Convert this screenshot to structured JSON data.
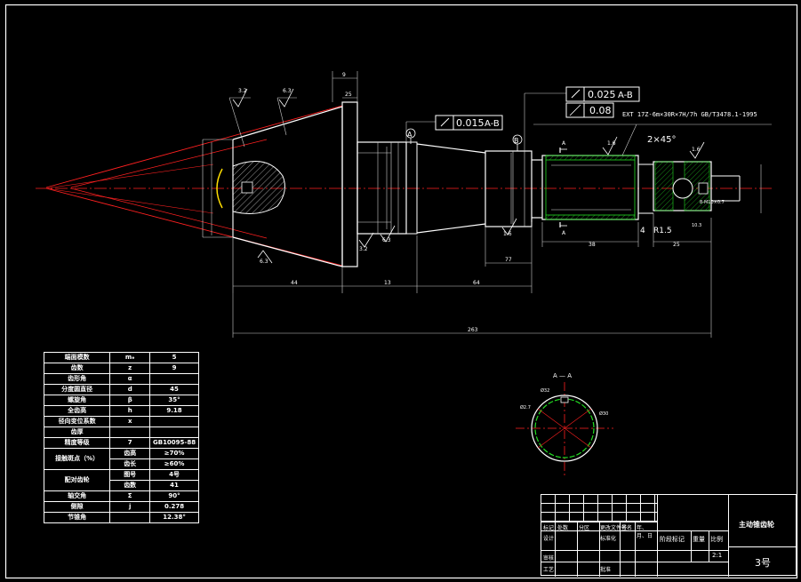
{
  "tolerances": {
    "runout_1": "0.015",
    "runout_1_ref": "A-B",
    "runout_2": "0.025",
    "runout_2_ref": "A-B",
    "cylindricity": "0.08",
    "datum_a": "A",
    "datum_b": "B"
  },
  "spline_note": "EXT 17Z-6m×30R×7H/7h GB/T3478.1-1995",
  "chamfer_note": "2×45°",
  "dims": {
    "d1": "44",
    "d2": "13",
    "d3": "64",
    "d4": "77",
    "d5": "38",
    "d6": "25",
    "overall": "263",
    "top": "9",
    "top2": "25",
    "radius": "R1.5",
    "four": "4",
    "thread": "8-M10×0.7",
    "small": "10.3"
  },
  "roughness": [
    "3.2",
    "6.3",
    "1.6",
    "6.3",
    "6.3",
    "1.6",
    "1.6",
    "3.2"
  ],
  "section_title": "A — A",
  "section_labels": [
    "Ø32",
    "Ø2.7",
    "Ø30"
  ],
  "section_mark": "A",
  "params": {
    "rows": [
      {
        "name": "端面模数",
        "sym": "mₑ",
        "val": "5"
      },
      {
        "name": "齿数",
        "sym": "z",
        "val": "9"
      },
      {
        "name": "齿形角",
        "sym": "α",
        "val": ""
      },
      {
        "name": "分度圆直径",
        "sym": "d",
        "val": "45"
      },
      {
        "name": "螺旋角",
        "sym": "β",
        "val": "35°"
      },
      {
        "name": "全齿高",
        "sym": "h",
        "val": "9.18"
      },
      {
        "name": "径向变位系数",
        "sym": "x",
        "val": ""
      },
      {
        "name": "齿厚",
        "sym": "",
        "val": ""
      },
      {
        "name": "精度等级",
        "sym": "7",
        "val": "GB10095-88"
      }
    ],
    "contact_label": "接触斑点（%）",
    "contact_rows": [
      {
        "sub": "齿高",
        "val": "≥70%"
      },
      {
        "sub": "齿长",
        "val": "≥60%"
      }
    ],
    "mating_label": "配对齿轮",
    "mating_rows": [
      {
        "sub": "图号",
        "val": "4号"
      },
      {
        "sub": "齿数",
        "val": "41"
      }
    ],
    "tail_rows": [
      {
        "name": "轴交角",
        "sym": "Σ",
        "val": "90°"
      },
      {
        "name": "侧隙",
        "sym": "j",
        "val": "0.278"
      },
      {
        "name": "节锥角",
        "sym": "",
        "val": "12.38°"
      }
    ]
  },
  "title_block": {
    "part_name": "主动锥齿轮",
    "drawing_no": "3号",
    "scale_value": "2:1",
    "mark_label": "阶段标记",
    "weight_label": "重量",
    "scale_label": "比例",
    "row_marks": "标记",
    "row_count": "处数",
    "row_zone": "分区",
    "row_change": "更改文件号",
    "row_sign": "签名",
    "row_date": "年、月、日",
    "design": "设计",
    "std": "标准化",
    "review": "审核",
    "process": "工艺",
    "approve": "批准"
  }
}
